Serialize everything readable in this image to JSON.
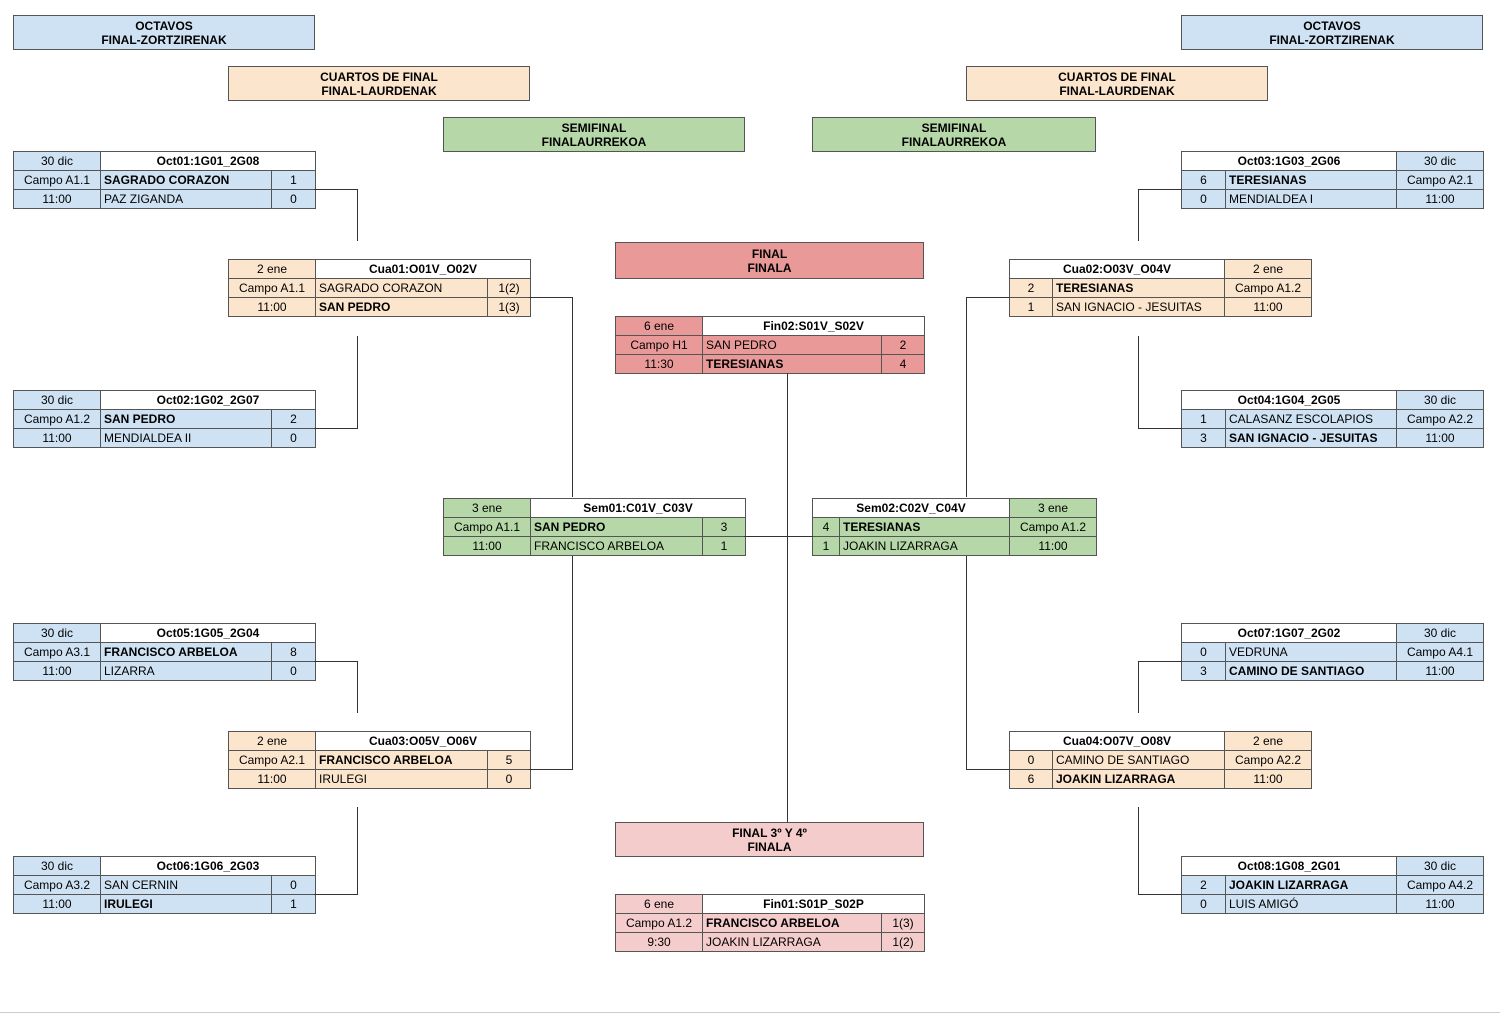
{
  "colors": {
    "octavos": "#cfe2f3",
    "cuartos": "#fce5cd",
    "semifinal": "#b6d7a8",
    "final": "#ea9999",
    "tercero": "#f4cccc"
  },
  "headers": [
    {
      "id": "octavos-left",
      "l1": "OCTAVOS",
      "l2": "FINAL-ZORTZIRENAK",
      "color": "octavos"
    },
    {
      "id": "octavos-right",
      "l1": "OCTAVOS",
      "l2": "FINAL-ZORTZIRENAK",
      "color": "octavos"
    },
    {
      "id": "cuartos-left",
      "l1": "CUARTOS DE FINAL",
      "l2": "FINAL-LAURDENAK",
      "color": "cuartos"
    },
    {
      "id": "cuartos-right",
      "l1": "CUARTOS DE FINAL",
      "l2": "FINAL-LAURDENAK",
      "color": "cuartos"
    },
    {
      "id": "semifinal-left",
      "l1": "SEMIFINAL",
      "l2": "FINALAURREKOA",
      "color": "semifinal"
    },
    {
      "id": "semifinal-right",
      "l1": "SEMIFINAL",
      "l2": "FINALAURREKOA",
      "color": "semifinal"
    },
    {
      "id": "final",
      "l1": "FINAL",
      "l2": "FINALA",
      "color": "final"
    },
    {
      "id": "tercero",
      "l1": "FINAL 3º Y 4º",
      "l2": "FINALA",
      "color": "tercero"
    }
  ],
  "matches": [
    {
      "id": "oct01",
      "code": "Oct01:1G01_2G08",
      "date": "30 dic",
      "field": "Campo A1.1",
      "time": "11:00",
      "color": "octavos",
      "teams": [
        {
          "name": "SAGRADO CORAZON",
          "score": "1",
          "winner": true
        },
        {
          "name": "PAZ ZIGANDA",
          "score": "0",
          "winner": false
        }
      ]
    },
    {
      "id": "oct02",
      "code": "Oct02:1G02_2G07",
      "date": "30 dic",
      "field": "Campo A1.2",
      "time": "11:00",
      "color": "octavos",
      "teams": [
        {
          "name": "SAN PEDRO",
          "score": "2",
          "winner": true
        },
        {
          "name": "MENDIALDEA II",
          "score": "0",
          "winner": false
        }
      ]
    },
    {
      "id": "oct05",
      "code": "Oct05:1G05_2G04",
      "date": "30 dic",
      "field": "Campo A3.1",
      "time": "11:00",
      "color": "octavos",
      "teams": [
        {
          "name": "FRANCISCO ARBELOA",
          "score": "8",
          "winner": true
        },
        {
          "name": "LIZARRA",
          "score": "0",
          "winner": false
        }
      ]
    },
    {
      "id": "oct06",
      "code": "Oct06:1G06_2G03",
      "date": "30 dic",
      "field": "Campo A3.2",
      "time": "11:00",
      "color": "octavos",
      "teams": [
        {
          "name": "SAN CERNIN",
          "score": "0",
          "winner": false
        },
        {
          "name": "IRULEGI",
          "score": "1",
          "winner": true
        }
      ]
    },
    {
      "id": "oct03",
      "code": "Oct03:1G03_2G06",
      "date": "30 dic",
      "field": "Campo A2.1",
      "time": "11:00",
      "color": "octavos",
      "teams": [
        {
          "name": "TERESIANAS",
          "score": "6",
          "winner": true
        },
        {
          "name": "MENDIALDEA I",
          "score": "0",
          "winner": false
        }
      ]
    },
    {
      "id": "oct04",
      "code": "Oct04:1G04_2G05",
      "date": "30 dic",
      "field": "Campo A2.2",
      "time": "11:00",
      "color": "octavos",
      "teams": [
        {
          "name": "CALASANZ ESCOLAPIOS",
          "score": "1",
          "winner": false
        },
        {
          "name": "SAN IGNACIO - JESUITAS",
          "score": "3",
          "winner": true
        }
      ]
    },
    {
      "id": "oct07",
      "code": "Oct07:1G07_2G02",
      "date": "30 dic",
      "field": "Campo A4.1",
      "time": "11:00",
      "color": "octavos",
      "teams": [
        {
          "name": "VEDRUNA",
          "score": "0",
          "winner": false
        },
        {
          "name": "CAMINO DE SANTIAGO",
          "score": "3",
          "winner": true
        }
      ]
    },
    {
      "id": "oct08",
      "code": "Oct08:1G08_2G01",
      "date": "30 dic",
      "field": "Campo A4.2",
      "time": "11:00",
      "color": "octavos",
      "teams": [
        {
          "name": "JOAKIN LIZARRAGA",
          "score": "2",
          "winner": true
        },
        {
          "name": "LUIS AMIGÓ",
          "score": "0",
          "winner": false
        }
      ]
    },
    {
      "id": "cua01",
      "code": "Cua01:O01V_O02V",
      "date": "2 ene",
      "field": "Campo A1.1",
      "time": "11:00",
      "color": "cuartos",
      "teams": [
        {
          "name": "SAGRADO CORAZON",
          "score": "1(2)",
          "winner": false
        },
        {
          "name": "SAN PEDRO",
          "score": "1(3)",
          "winner": true
        }
      ]
    },
    {
      "id": "cua03",
      "code": "Cua03:O05V_O06V",
      "date": "2 ene",
      "field": "Campo A2.1",
      "time": "11:00",
      "color": "cuartos",
      "teams": [
        {
          "name": "FRANCISCO ARBELOA",
          "score": "5",
          "winner": true
        },
        {
          "name": "IRULEGI",
          "score": "0",
          "winner": false
        }
      ]
    },
    {
      "id": "cua02",
      "code": "Cua02:O03V_O04V",
      "date": "2 ene",
      "field": "Campo A1.2",
      "time": "11:00",
      "color": "cuartos",
      "teams": [
        {
          "name": "TERESIANAS",
          "score": "2",
          "winner": true
        },
        {
          "name": "SAN IGNACIO - JESUITAS",
          "score": "1",
          "winner": false
        }
      ]
    },
    {
      "id": "cua04",
      "code": "Cua04:O07V_O08V",
      "date": "2 ene",
      "field": "Campo A2.2",
      "time": "11:00",
      "color": "cuartos",
      "teams": [
        {
          "name": "CAMINO DE SANTIAGO",
          "score": "0",
          "winner": false
        },
        {
          "name": "JOAKIN LIZARRAGA",
          "score": "6",
          "winner": true
        }
      ]
    },
    {
      "id": "sem01",
      "code": "Sem01:C01V_C03V",
      "date": "3 ene",
      "field": "Campo A1.1",
      "time": "11:00",
      "color": "semifinal",
      "teams": [
        {
          "name": "SAN PEDRO",
          "score": "3",
          "winner": true
        },
        {
          "name": "FRANCISCO ARBELOA",
          "score": "1",
          "winner": false
        }
      ]
    },
    {
      "id": "sem02",
      "code": "Sem02:C02V_C04V",
      "date": "3 ene",
      "field": "Campo A1.2",
      "time": "11:00",
      "color": "semifinal",
      "teams": [
        {
          "name": "TERESIANAS",
          "score": "4",
          "winner": true
        },
        {
          "name": "JOAKIN LIZARRAGA",
          "score": "1",
          "winner": false
        }
      ]
    },
    {
      "id": "fin02",
      "code": "Fin02:S01V_S02V",
      "date": "6 ene",
      "field": "Campo H1",
      "time": "11:30",
      "color": "final",
      "teams": [
        {
          "name": "SAN PEDRO",
          "score": "2",
          "winner": false
        },
        {
          "name": "TERESIANAS",
          "score": "4",
          "winner": true
        }
      ]
    },
    {
      "id": "fin01",
      "code": "Fin01:S01P_S02P",
      "date": "6 ene",
      "field": "Campo A1.2",
      "time": "9:30",
      "color": "tercero",
      "teams": [
        {
          "name": "FRANCISCO ARBELOA",
          "score": "1(3)",
          "winner": true
        },
        {
          "name": "JOAKIN LIZARRAGA",
          "score": "1(2)",
          "winner": false
        }
      ]
    }
  ]
}
